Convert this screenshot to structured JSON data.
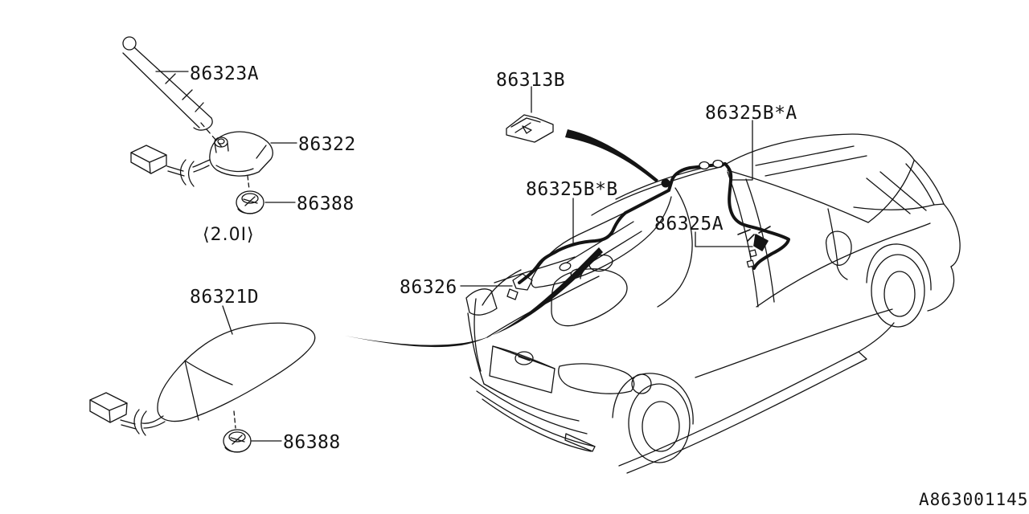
{
  "figure": {
    "type": "parts-diagram",
    "drawing_number": "A863001145",
    "variant_note": "⟨2.0I⟩",
    "labels": {
      "mast": "86323A",
      "base": "86322",
      "grommet_top": "86388",
      "fin_antenna": "86321D",
      "grommet_bottom": "86388",
      "clip": "86313B",
      "feeder_cord_a": "86325B*A",
      "feeder_cord_b": "86325B*B",
      "feeder_cord": "86325A",
      "feeder_connector": "86326"
    }
  }
}
